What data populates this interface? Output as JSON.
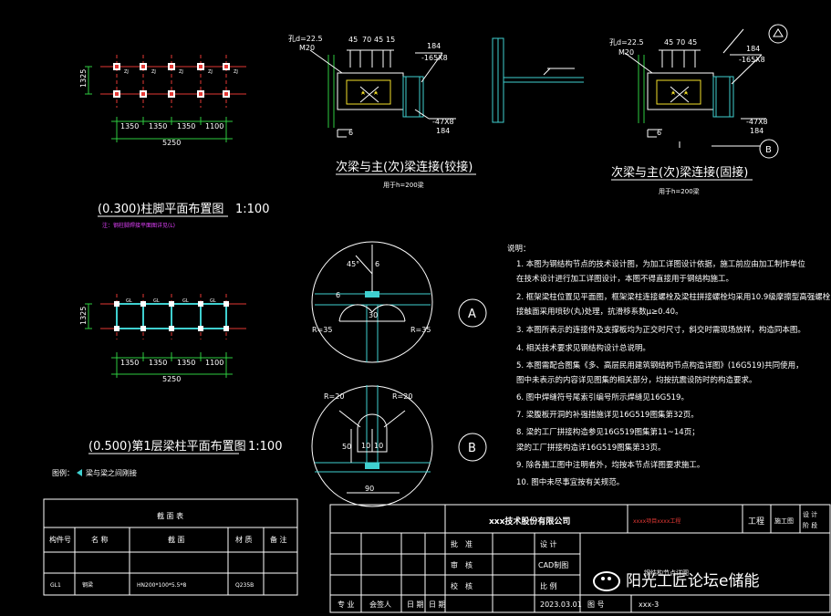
{
  "plan1": {
    "title": "(0.300)柱脚平面布置图",
    "scale": "1:100",
    "note": "注：钢柱脚焊接平面图详见(L)",
    "dims": [
      "1350",
      "1350",
      "1350",
      "1100"
    ],
    "total": "5250",
    "vdim": "1325",
    "col_label": "ZJ"
  },
  "plan2": {
    "title": "(0.500)第1层梁柱平面布置图",
    "scale": "1:100",
    "dims": [
      "1350",
      "1350",
      "1350",
      "1100"
    ],
    "total": "5250",
    "vdim": "1325",
    "beam_label": "GL"
  },
  "legend": {
    "label": "图例：",
    "item": "梁与梁之间刚接"
  },
  "detail_hinge": {
    "title": "次梁与主(次)梁连接(铰接)",
    "sub": "用于h=200梁",
    "bolt": "孔d=22.5",
    "bolt2": "M20",
    "spacing": [
      "45",
      "70",
      "45",
      "15"
    ],
    "top": "184",
    "plate": "-165X8",
    "plate2": "-47X8",
    "bottom": "184",
    "weld": "6"
  },
  "detail_rigid": {
    "title": "次梁与主(次)梁连接(固接)",
    "sub": "用于h=200梁",
    "bolt": "孔d=22.5",
    "bolt2": "M20",
    "spacing": [
      "45",
      "70",
      "45"
    ],
    "top": "184",
    "plate": "-165X8",
    "plate2": "-47X8",
    "bottom": "184",
    "weld": "6"
  },
  "circle_a": {
    "label": "A",
    "angle": "45°",
    "r_left": "R=35",
    "r_right": "R=35",
    "w1": "6",
    "w2": "6",
    "w3": "30"
  },
  "circle_b": {
    "label": "B",
    "r_left": "R=20",
    "r_right": "R=20",
    "h": "50",
    "w1": "10",
    "w2": "10",
    "w3": "90"
  },
  "notes": {
    "heading": "说明：",
    "items": [
      "1. 本图为钢结构节点的技术设计图，为加工详图设计依据，施工前应由加工制作单位",
      "   在技术设计进行加工详图设计，本图不得直接用于钢结构施工。",
      "2. 框架梁柱位置见平面图，框架梁柱连接螺栓及梁柱拼接螺栓均采用10.9级摩擦型高强螺栓，",
      "   接触面采用喷砂(丸)处理，抗滑移系数μ≥0.40。",
      "3. 本图所表示的连接件及支撑板均为正交时尺寸，斜交时需现场放样，构造同本图。",
      "4. 相关技术要求见钢结构设计总说明。",
      "5. 本图需配合图集《多、高层民用建筑钢结构节点构造详图》(16G519)共同使用，",
      "   图中未表示的内容详见图集的相关部分，均按抗震设防时的构造要求。",
      "6. 图中焊缝符号尾索引编号所示焊缝见16G519。",
      "7. 梁腹板开洞的补强措施详见16G519图集第32页。",
      "8. 梁的工厂拼接构造参见16G519图集第11~14页；",
      "   梁的工厂拼接构造详16G519图集第33页。",
      "9. 除各施工图中注明者外，均按本节点详图要求施工。",
      "10. 图中未尽事宜按有关规范。"
    ]
  },
  "table": {
    "title": "截 面 表",
    "headers": [
      "构件号",
      "名 称",
      "截  面",
      "材 质",
      "备 注"
    ],
    "row": [
      "GL1",
      "钢梁",
      "HN200*100*5.5*8",
      "Q235B",
      ""
    ]
  },
  "titleblock": {
    "company": "xxx技术股份有限公司",
    "project_red": "xxxx项目xxxx工程",
    "project_label": "工程",
    "stage_value": "施工图",
    "stage_label": "设计\n阶段",
    "r1": [
      "批　准",
      "",
      "设 计",
      ""
    ],
    "r2": [
      "审　核",
      "",
      "CAD制图",
      ""
    ],
    "r3": [
      "校　核",
      "",
      "比 例",
      ""
    ],
    "r4": [
      "日 期",
      "2023.03.01",
      "图 号",
      "xxx-3"
    ],
    "left_cells": [
      "专 业",
      "会签人",
      "日 期"
    ],
    "drawing_name": "钢结构节点详图"
  },
  "watermark": "阳光工匠论坛e储能",
  "colors": {
    "bg": "#000000",
    "line": "#ffffff",
    "green": "#2ecc40",
    "red": "#e53935",
    "cyan": "#3fd0d0",
    "yellow": "#f5e02a",
    "magenta": "#e040fb"
  }
}
